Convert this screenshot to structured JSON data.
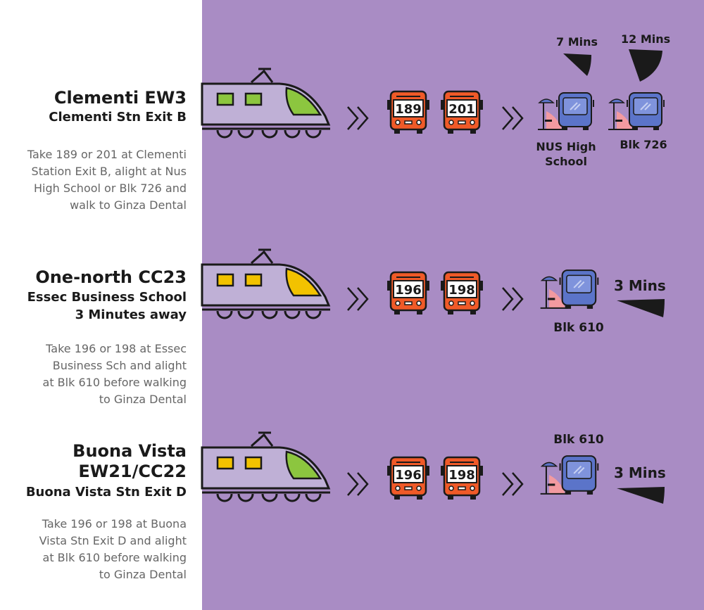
{
  "routes": [
    {
      "station": "Clementi EW3",
      "station_line2": "",
      "exit": "Clementi Stn Exit B",
      "description": [
        "Take 189 or 201 at Clementi",
        "Station Exit B, alight at Nus",
        "High School or Blk 726  and",
        "walk to Ginza Dental"
      ],
      "train_window_color": "#8cc63f",
      "buses": [
        "189",
        "201"
      ],
      "stops": [
        {
          "name_lines": [
            "NUS High",
            "School"
          ],
          "time": "7 Mins"
        },
        {
          "name_lines": [
            "Blk 726"
          ],
          "time": "12 Mins"
        }
      ]
    },
    {
      "station": "One-north CC23",
      "station_line2": "",
      "exit": "Essec Business School",
      "exit_line2": "3 Minutes away",
      "description": [
        "Take 196 or 198 at Essec",
        "Business Sch and alight",
        "at Blk 610 before walking",
        "to Ginza Dental"
      ],
      "train_window_color": "#f2c200",
      "buses": [
        "196",
        "198"
      ],
      "stops": [
        {
          "name_lines": [
            "Blk 610"
          ],
          "time": "3 Mins"
        }
      ]
    },
    {
      "station": "Buona Vista",
      "station_line2": "EW21/CC22",
      "exit": "Buona Vista Stn Exit D",
      "description": [
        "Take 196 or 198 at Buona",
        "Vista Stn Exit D and alight",
        "at Blk 610 before walking",
        "to Ginza Dental"
      ],
      "train_window_color": "#f2c200",
      "train_nose_color": "#8cc63f",
      "buses": [
        "196",
        "198"
      ],
      "stops": [
        {
          "name_lines": [
            "Blk 610"
          ],
          "time": "3 Mins"
        }
      ]
    }
  ],
  "colors": {
    "panel": "#a98cc4",
    "bus_orange": "#f05a28",
    "bus_blue": "#5b74c9",
    "stop_pink": "#f29aa0",
    "outline": "#1a1a1a"
  },
  "icons": [
    "train-icon",
    "chevron-arrow-icon",
    "bus-front-icon",
    "bus-stop-icon",
    "time-wedge-icon"
  ]
}
